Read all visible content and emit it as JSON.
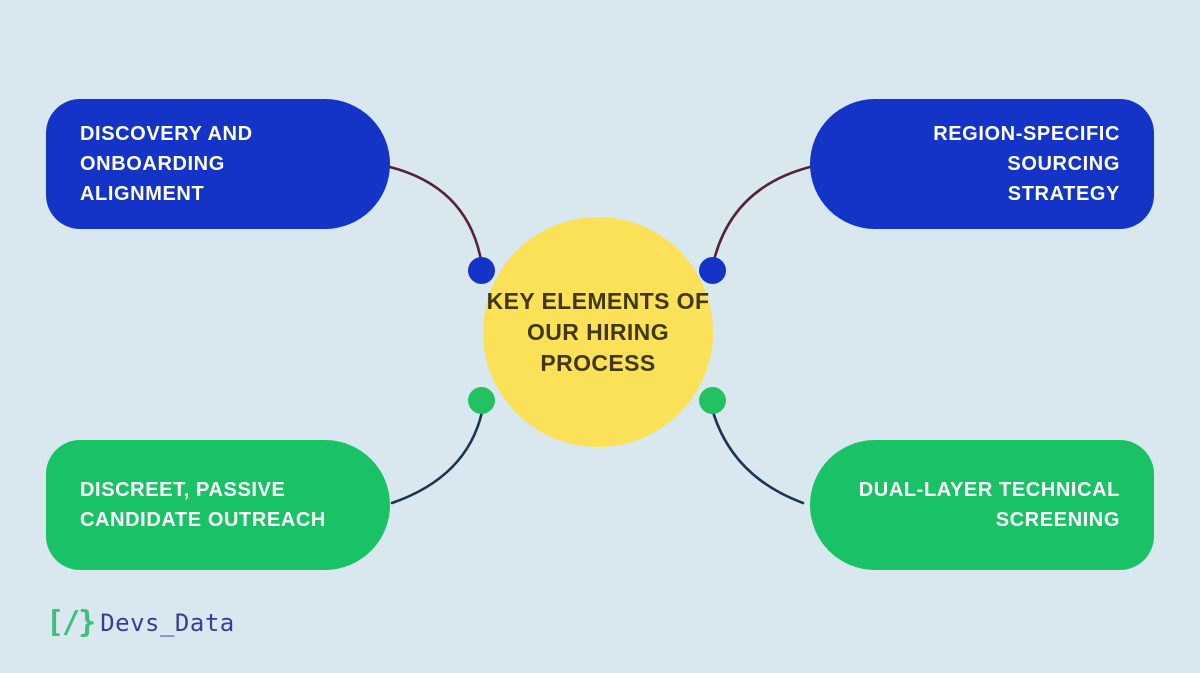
{
  "colors": {
    "background": "#D9E7EF",
    "blue_node": "#1434C8",
    "green_node": "#19C365",
    "yellow_hub": "#FBE158",
    "hub_title_text": "#413818",
    "node_text": "#FFFFFF",
    "top_connector": "#552236",
    "bottom_connector": "#17374F",
    "blue_dot": "#1434C8",
    "green_dot": "#22C161",
    "logo_glyph": "#3FBE7C",
    "logo_text": "#333F9B"
  },
  "hub": {
    "title": "KEY ELEMENTS OF\nOUR HIRING\nPROCESS"
  },
  "nodes": {
    "top_left": {
      "text": "DISCOVERY AND\nONBOARDING\nALIGNMENT"
    },
    "top_right": {
      "text": "REGION-SPECIFIC SOURCING\nSTRATEGY"
    },
    "bottom_left": {
      "text": "DISCREET, PASSIVE\nCANDIDATE OUTREACH"
    },
    "bottom_right": {
      "text": "DUAL-LAYER TECHNICAL\nSCREENING"
    }
  },
  "logo": {
    "glyph": "[/}",
    "text": "Devs_Data"
  }
}
